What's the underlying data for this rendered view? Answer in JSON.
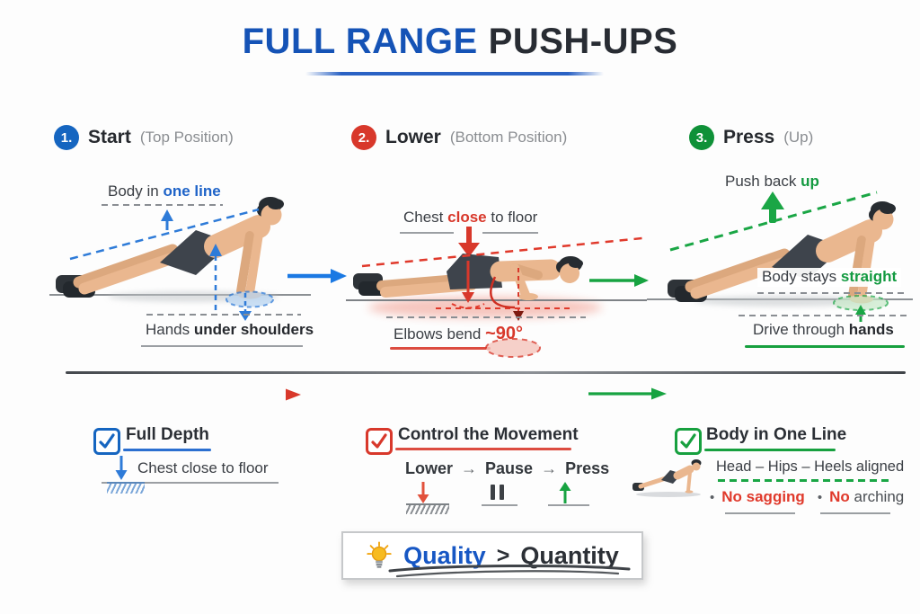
{
  "title": {
    "part1": "FULL RANGE",
    "part2": "PUSH-UPS"
  },
  "steps": [
    {
      "number": "1.",
      "label": "Start",
      "sublabel": "(Top Position)"
    },
    {
      "number": "2.",
      "label": "Lower",
      "sublabel": "(Bottom Position)"
    },
    {
      "number": "3.",
      "label": "Press",
      "sublabel": "(Up)"
    }
  ],
  "panels": [
    {
      "top": {
        "prefix": "Body in ",
        "highlight": "one line"
      },
      "bottom": {
        "prefix": "Hands ",
        "highlight": "under shoulders"
      }
    },
    {
      "top": {
        "prefix": "Chest ",
        "highlight": "close",
        "suffix": " to floor"
      },
      "bottom": {
        "prefix": "Elbows bend ",
        "highlight": "~90°"
      }
    },
    {
      "top": {
        "prefix": "Push back ",
        "highlight": "up"
      },
      "mid": {
        "prefix": "Body stays ",
        "highlight": "straight"
      },
      "bottom": {
        "prefix": "Drive through ",
        "highlight": "hands"
      }
    }
  ],
  "checklist": [
    {
      "title": "Full Depth",
      "detail": "Chest close to floor"
    },
    {
      "title": "Control the Movement",
      "arrow": "→",
      "sequence": [
        "Lower",
        "Pause",
        "Press"
      ]
    },
    {
      "title": "Body in One Line",
      "detail": "Head – Hips – Heels aligned",
      "bullet": "•",
      "bullets": [
        {
          "highlight": "No sagging",
          "rest": ""
        },
        {
          "highlight": "No",
          "rest": " arching"
        }
      ]
    }
  ],
  "footer": {
    "left": "Quality",
    "separator": ">",
    "right": "Quantity"
  },
  "colors": {
    "blue": "#1565c0",
    "red": "#d8382b",
    "green": "#139a40",
    "title_blue": "#1553b6",
    "dark_text": "#282c33",
    "gray_text": "#8a8d91"
  }
}
